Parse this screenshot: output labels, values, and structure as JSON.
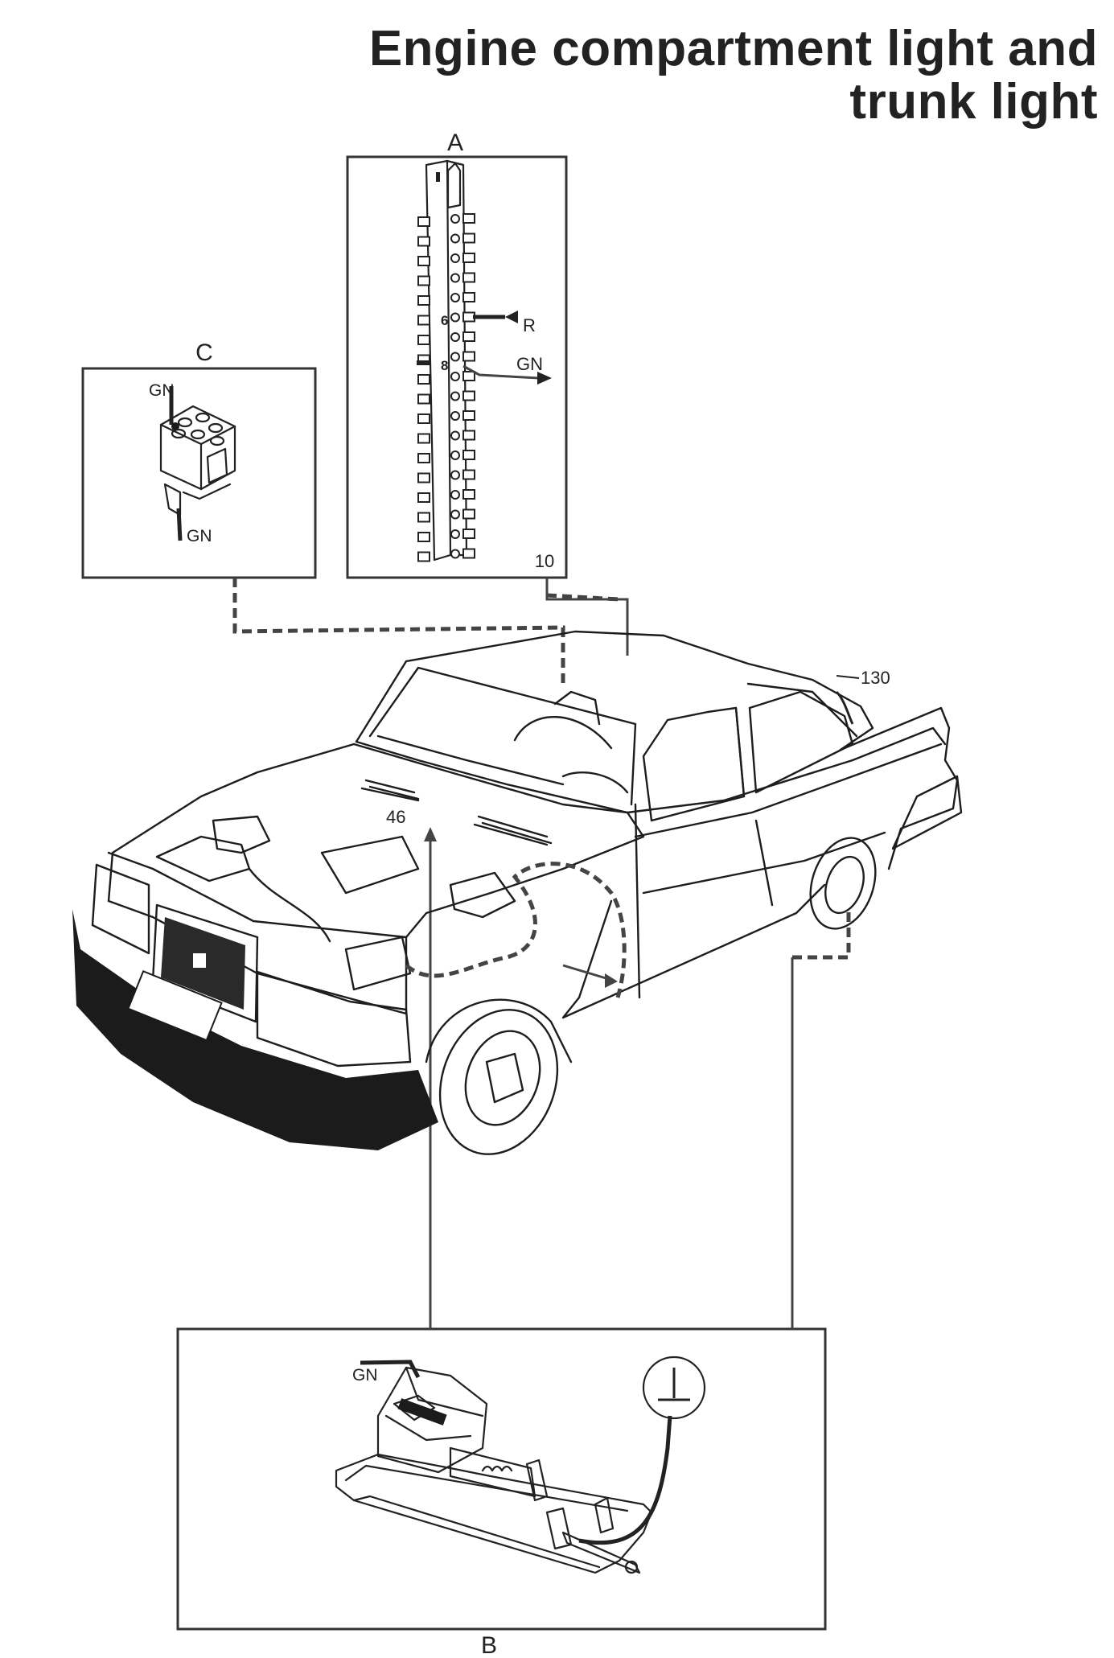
{
  "title": {
    "line1": "Engine compartment light and",
    "line2": "trunk light"
  },
  "panels": {
    "a": {
      "letter": "A",
      "page_ref": "10",
      "terminal_6": "6",
      "terminal_8": "8",
      "wire_in": "R",
      "wire_out": "GN"
    },
    "b": {
      "letter": "B",
      "wire": "GN"
    },
    "c": {
      "letter": "C",
      "wire_top": "GN",
      "wire_bottom": "GN"
    }
  },
  "callouts": {
    "engine_light": "46",
    "trunk_light": "130"
  }
}
